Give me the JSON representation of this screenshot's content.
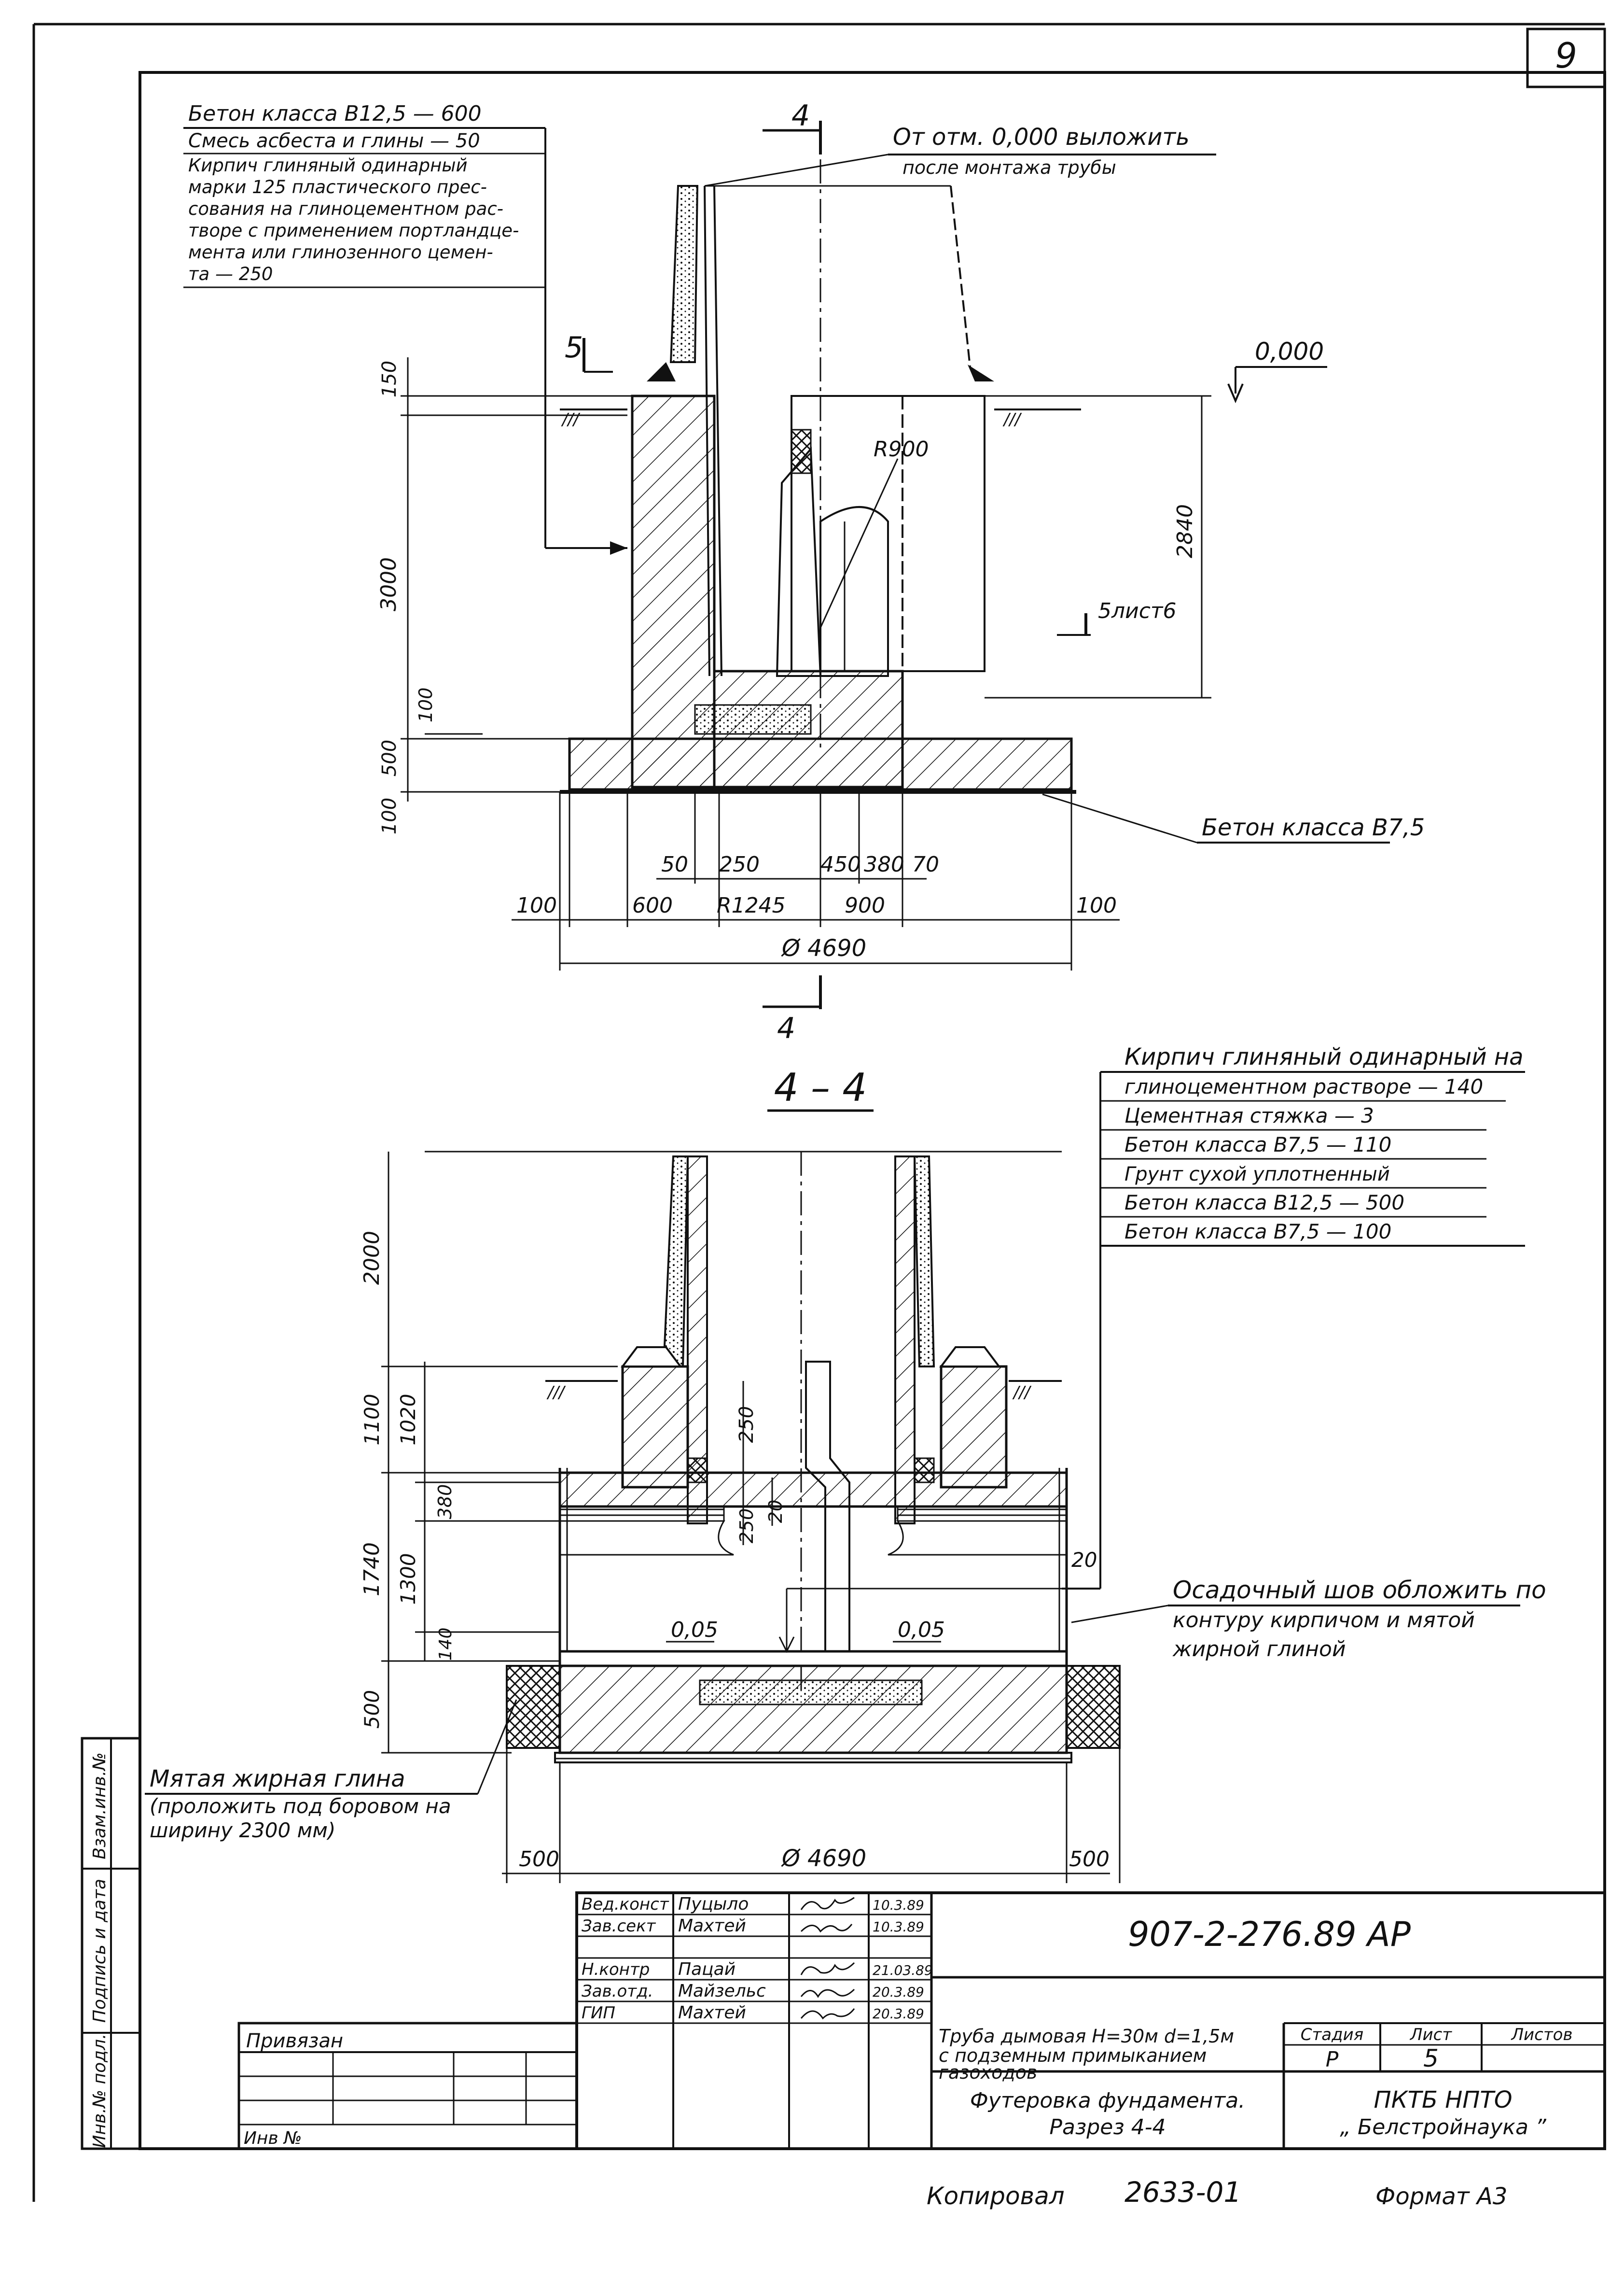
{
  "sheet": {
    "page_number": "9",
    "title_block": {
      "code": "907-2-276.89 АР",
      "rows": [
        {
          "role": "Вед.конст",
          "name": "Пуцыло",
          "date": "10.3.89"
        },
        {
          "role": "Зав.сект",
          "name": "Махтей",
          "date": "10.3.89"
        },
        {
          "role": "Н.контр",
          "name": "Пацай",
          "date": "21.03.89"
        },
        {
          "role": "Зав.отд.",
          "name": "Майзельс",
          "date": "20.3.89"
        },
        {
          "role": "ГИП",
          "name": "Махтей",
          "date": "20.3.89"
        }
      ],
      "object_name_1": "Труба дымовая Н=30м d=1,5м",
      "object_name_2": "с подземным примыканием",
      "object_name_3": "газоходов",
      "sheet_name_1": "Футеровка фундамента.",
      "sheet_name_2": "Разрез 4-4",
      "stage_label": "Стадия",
      "sheet_label": "Лист",
      "sheets_label": "Листов",
      "stage_value": "Р",
      "sheet_value": "5",
      "org_1": "ПКТБ НПТО",
      "org_2": "„ Белстройнаука ”",
      "privyazan": "Привязан",
      "inv_no": "Инв №"
    },
    "side_stamp": {
      "inv_podl": "Инв.№ подл.",
      "podpis_data": "Подпись и дата",
      "vzam_inv": "Взам.инв.№"
    },
    "footer": {
      "copied_label": "Копировал",
      "copied_number": "2633-01",
      "format_label": "Формат А3"
    }
  },
  "plan_view": {
    "legend_lines": [
      "Бетон класса В12,5 — 600",
      "Смесь асбеста и глины — 50",
      "Кирпич глиняный одинарный",
      "марки 125 пластического прес-",
      "сования на глиноцементном рас-",
      "творе с применением портландце-",
      "мента или глинозенного цемен-",
      "та — 250"
    ],
    "note_top_1": "От отм. 0,000 выложить",
    "note_top_2": "после монтажа трубы",
    "section_mark": "4",
    "section_mark_5": "5",
    "mark_5_list": "5лист6",
    "elev_zero": "0,000",
    "radius": "R900",
    "dim_2840": "2840",
    "vert_dims": [
      "150",
      "3000",
      "100",
      "500",
      "100"
    ],
    "horiz_dims_top": [
      "50",
      "250",
      "450",
      "380",
      "70"
    ],
    "horiz_dims_bottom": [
      "100",
      "600",
      "R1245",
      "900",
      "100"
    ],
    "diameter": "Ø 4690",
    "concrete_b75": "Бетон класса В7,5"
  },
  "section_view": {
    "title": "4 – 4",
    "legend_lines": [
      "Кирпич глиняный одинарный на",
      "глиноцементном растворе — 140",
      "Цементная стяжка — 3",
      "Бетон класса В7,5 — 110",
      "Грунт сухой уплотненный",
      "Бетон класса В12,5 — 500",
      "Бетон класса В7,5 — 100"
    ],
    "vert_dims": [
      "2000",
      "1100",
      "1020",
      "1740",
      "1300",
      "380",
      "140",
      "500"
    ],
    "inner_dims": [
      "250",
      "250",
      "20",
      "20"
    ],
    "slope_left": "0,05",
    "slope_right": "0,05",
    "note_seam_1": "Осадочный шов обложить по",
    "note_seam_2": "контуру кирпичом и мятой",
    "note_seam_3": "жирной глиной",
    "note_clay_1": "Мятая жирная глина",
    "note_clay_2": "(проложить под боровом на",
    "note_clay_3": "ширину 2300 мм)",
    "dim_left": "500",
    "dim_right": "500",
    "diameter": "Ø 4690"
  }
}
